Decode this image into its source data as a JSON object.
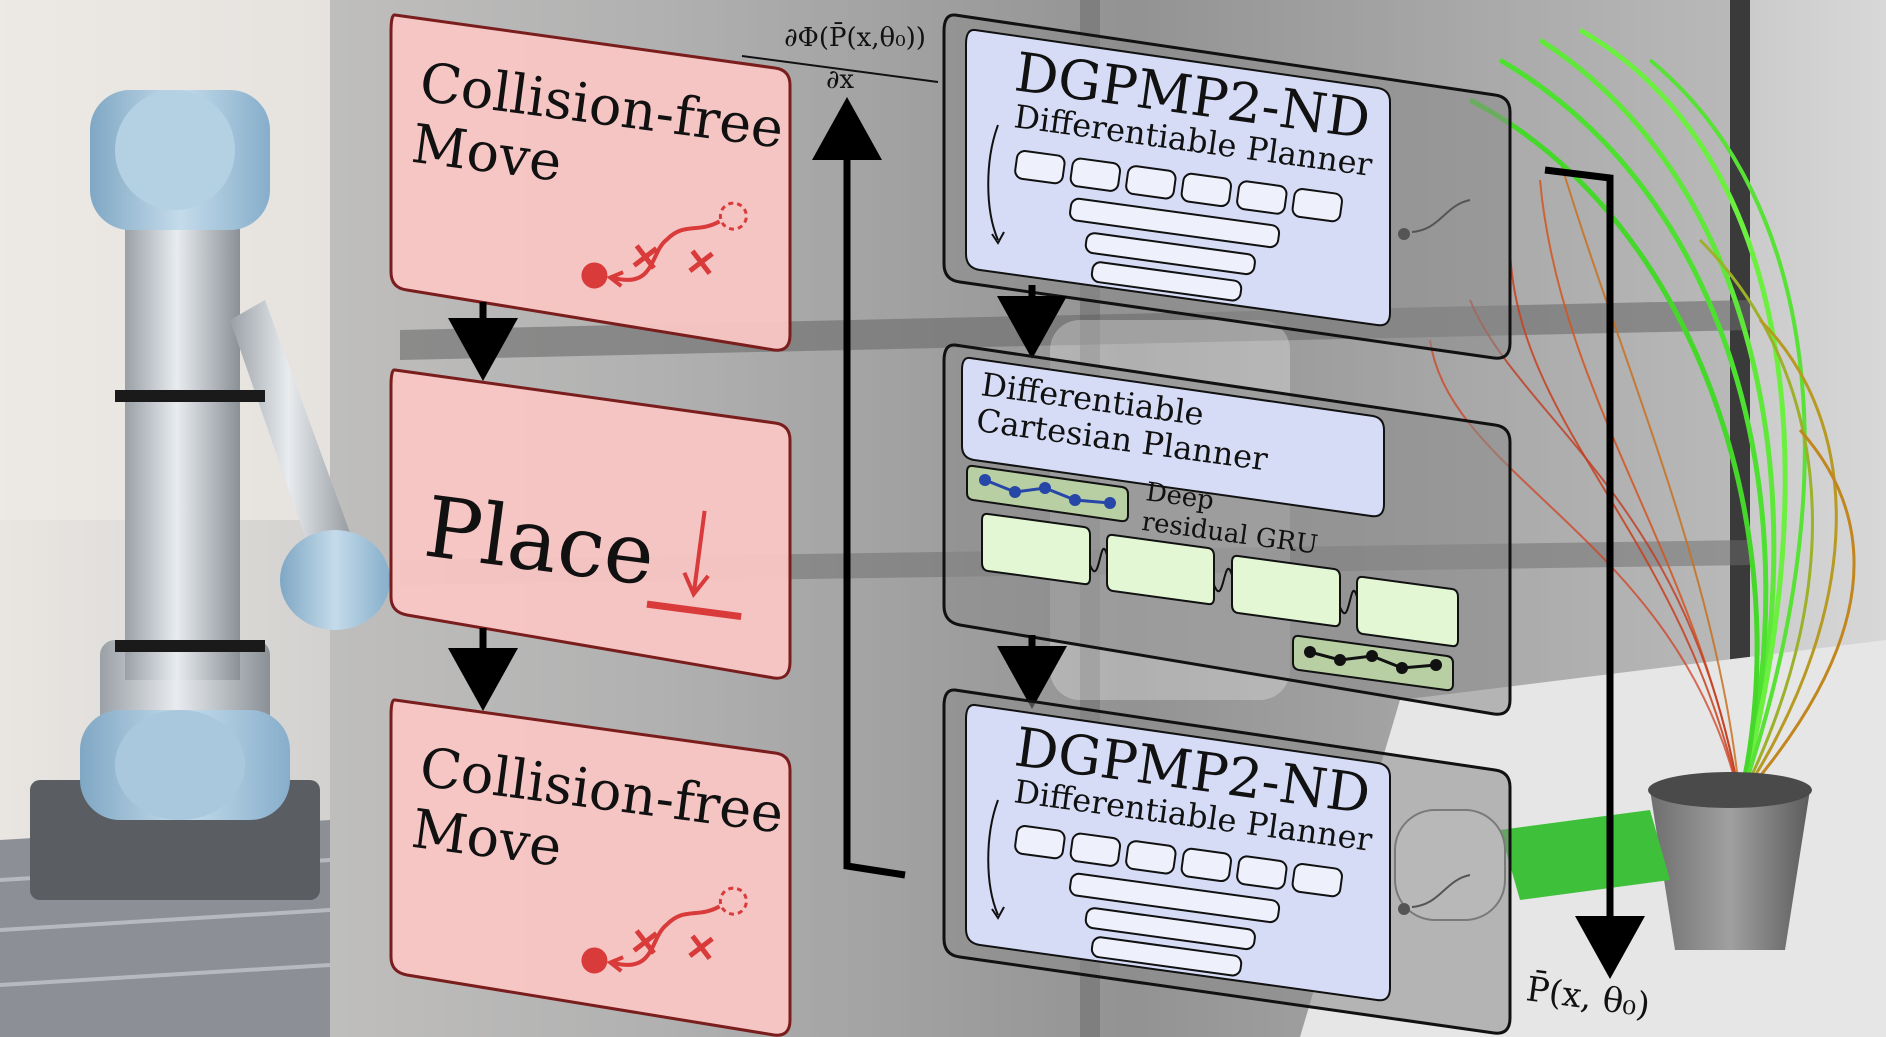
{
  "colors": {
    "task_fill": "#f8c6c4",
    "task_stroke": "#7a1d1d",
    "task_icon": "#d93a3a",
    "planner_fill": "#d6dcf6",
    "gru_fill": "#e3f7d5",
    "traj_fill": "#b7cfa3",
    "traj_blue": "#2646a8",
    "panel_fill": "#8a8a8a",
    "arrow": "#000000"
  },
  "tasks": [
    {
      "line1": "Collision-free",
      "line2": "Move",
      "icon": "collision-free-path-icon"
    },
    {
      "label": "Place",
      "icon": "place-down-icon"
    },
    {
      "line1": "Collision-free",
      "line2": "Move",
      "icon": "collision-free-path-icon"
    }
  ],
  "gradient_label": {
    "numerator": "∂Φ(P̄(x,θ₀))",
    "denominator": "∂x"
  },
  "output_label": "P̄(x, θ₀)",
  "planner_top": {
    "title": "DGPMP2-ND",
    "subtitle": "Differentiable Planner"
  },
  "cartesian": {
    "line1": "Differentiable",
    "line2": "Cartesian Planner",
    "gru_line1": "Deep",
    "gru_line2": "residual GRU"
  },
  "planner_bottom": {
    "title": "DGPMP2-ND",
    "subtitle": "Differentiable Planner"
  }
}
